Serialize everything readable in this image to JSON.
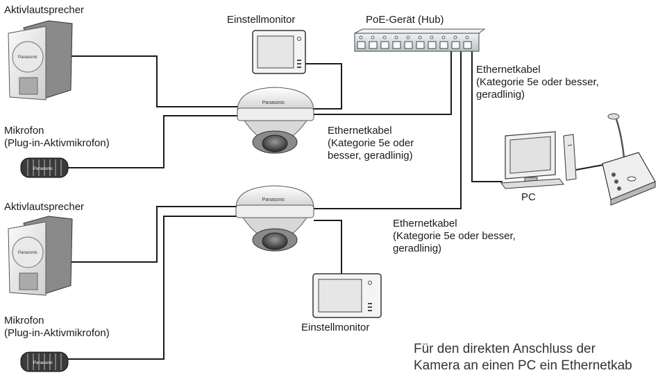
{
  "labels": {
    "speaker_top": "Aktivlautsprecher",
    "mic_top_line1": "Mikrofon",
    "mic_top_line2": "(Plug-in-Aktivmikrofon)",
    "monitor_top": "Einstellmonitor",
    "hub": "PoE-Gerät (Hub)",
    "cable_hub_pc_line1": "Ethernetkabel",
    "cable_hub_pc_line2": "(Kategorie 5e oder besser,",
    "cable_hub_pc_line3": "geradlinig)",
    "cable_cam1_line1": "Ethernetkabel",
    "cable_cam1_line2": "(Kategorie 5e oder",
    "cable_cam1_line3": "besser, geradlinig)",
    "pc": "PC",
    "speaker_bottom": "Aktivlautsprecher",
    "cable_cam2_line1": "Ethernetkabel",
    "cable_cam2_line2": "(Kategorie 5e oder besser,",
    "cable_cam2_line3": "geradlinig)",
    "monitor_bottom": "Einstellmonitor",
    "mic_bottom_line1": "Mikrofon",
    "mic_bottom_line2": "(Plug-in-Aktivmikrofon)",
    "note_line1": "Für den direkten Anschluss der",
    "note_line2": "Kamera an einen PC ein Ethernetkab"
  },
  "device_brand": "Panasonic",
  "colors": {
    "line": "#1a1a1a",
    "device_light": "#f2f2f2",
    "device_mid": "#c8c8c8",
    "device_dark": "#6e6e6e",
    "hub_body": "#d9dfe2",
    "screen": "#e6e6e6"
  }
}
